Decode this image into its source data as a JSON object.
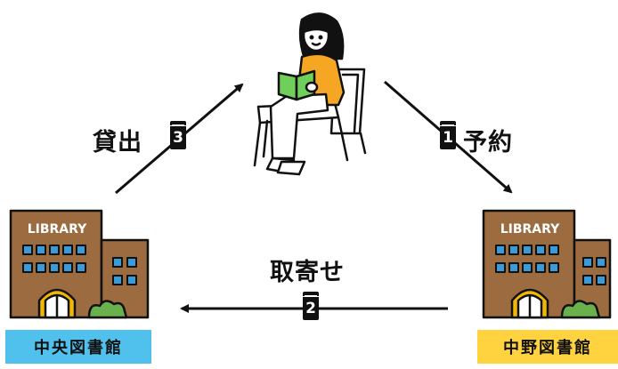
{
  "steps": [
    {
      "number": "1",
      "label": "予約"
    },
    {
      "number": "2",
      "label": "取寄せ"
    },
    {
      "number": "3",
      "label": "貸出"
    }
  ],
  "libraries": {
    "central": {
      "sign": "LIBRARY",
      "name": "中央図書館",
      "tag_color": "#4fc1ec"
    },
    "nakano": {
      "sign": "LIBRARY",
      "name": "中野図書館",
      "tag_color": "#ffd23f"
    }
  },
  "colors": {
    "building": "#9c6b3f",
    "window": "#3a9bd8",
    "arch": "#f2b705",
    "bush": "#6ab04c",
    "sweater": "#f5a623",
    "book": "#6fcf5a"
  }
}
